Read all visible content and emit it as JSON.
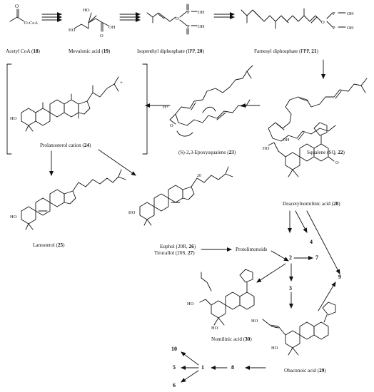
{
  "compounds": [
    {
      "id": "acetyl-coa",
      "name": "Acetyl CoA",
      "num": "18"
    },
    {
      "id": "mevalonic-acid",
      "name": "Mevalonic acid",
      "num": "19"
    },
    {
      "id": "ipp",
      "name": "Isopenthyl diphosphate (IPP,",
      "num": "20"
    },
    {
      "id": "fpp",
      "name": "Farnesyl diphosphate (FPP,",
      "num": "21"
    },
    {
      "id": "squalene",
      "name": "Squalene (SQ,",
      "num": "22"
    },
    {
      "id": "epoxysqualene",
      "name": "(S)-2,3-Epoxysqualene",
      "num": "23"
    },
    {
      "id": "prolanosterol",
      "name": "Prolanosterol cation",
      "num": "24"
    },
    {
      "id": "lanosterol",
      "name": "Lanosterol",
      "num": "25"
    },
    {
      "id": "euphol",
      "name": "Euphol (20R,",
      "num": "26"
    },
    {
      "id": "tirucallol",
      "name": "Tirucallol (20S,",
      "num": "27"
    },
    {
      "id": "deacetylnomilinic",
      "name": "Deacetylnomilinic acid",
      "num": "28"
    },
    {
      "id": "nomilinic",
      "name": "Nomilinic acid",
      "num": "30"
    },
    {
      "id": "obacunoic",
      "name": "Obacunoic acid",
      "num": "29"
    }
  ],
  "protolimonoids": "Protolimonoids",
  "numbers": [
    "1",
    "2",
    "3",
    "4",
    "5",
    "6",
    "7",
    "8",
    "9",
    "10"
  ],
  "atoms": {
    "oac": "O",
    "coa": "O-CoA",
    "ho": "HO",
    "oh": "OH",
    "o": "O",
    "p": "P",
    "h": "H",
    "hplus": "H+",
    "plus": "+",
    "c20": "20"
  }
}
